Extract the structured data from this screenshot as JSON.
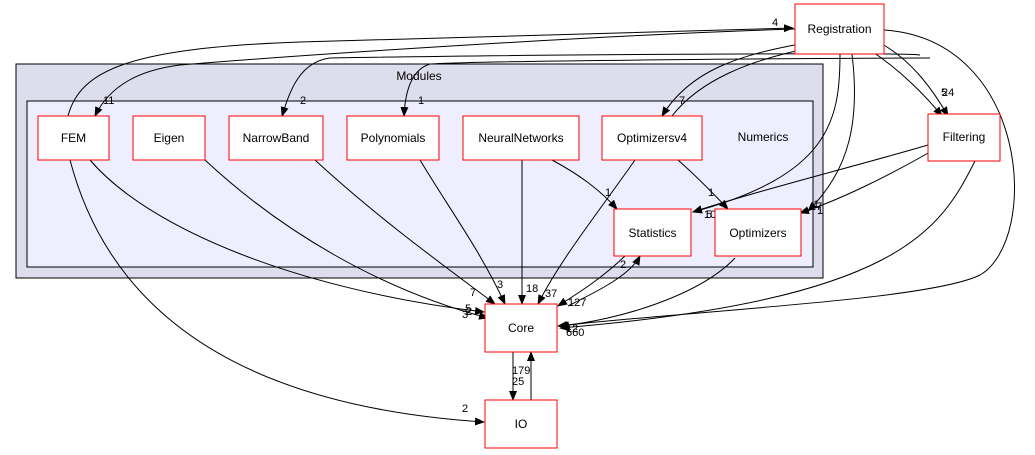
{
  "clusters": {
    "modules": {
      "label": "Modules"
    },
    "numerics": {
      "label": "Numerics"
    }
  },
  "nodes": {
    "fem": "FEM",
    "eigen": "Eigen",
    "narrowband": "NarrowBand",
    "polynomials": "Polynomials",
    "neuralnetworks": "NeuralNetworks",
    "optimizersv4": "Optimizersv4",
    "statistics": "Statistics",
    "optimizers": "Optimizers",
    "registration": "Registration",
    "filtering": "Filtering",
    "core": "Core",
    "io": "IO"
  },
  "edge_labels": {
    "reg_fem": "11",
    "fem_reg": "4",
    "reg_narrowband": "2",
    "reg_polynomials": "1",
    "reg_optimizersv4": "7",
    "reg_filtering_a": "24",
    "reg_filtering_b": "5",
    "nn_statistics": "1",
    "optv4_optimizers": "1",
    "stat_side_a": "10",
    "stat_side_b": "5",
    "opt_side_a": "1",
    "opt_side_b": "1",
    "opt_side_c": "17",
    "fem_core_a": "3",
    "fem_core_b": "2",
    "narrow_core": "7",
    "eigen_core": "5",
    "poly_core": "3",
    "nn_core": "18",
    "optv4_core": "37",
    "stat_core": "127",
    "core_stat": "2",
    "core_right": "660",
    "core_right_b": "12",
    "core_io": "25",
    "io_core": "179",
    "fem_io": "2"
  },
  "colors": {
    "node_border": "#ff0000",
    "outer_cluster_fill": "#ddddee",
    "inner_cluster_fill": "#eeeeff"
  }
}
